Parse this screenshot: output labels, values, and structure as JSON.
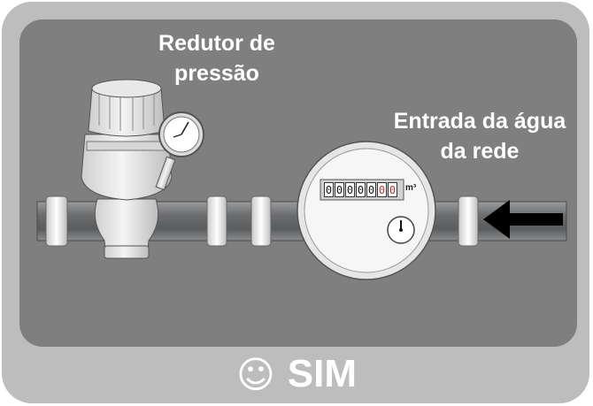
{
  "labels": {
    "pressure_reducer_line1": "Redutor de",
    "pressure_reducer_line2": "pressão",
    "water_inlet_line1": "Entrada da água",
    "water_inlet_line2": "da rede"
  },
  "meter": {
    "digits": [
      "0",
      "0",
      "0",
      "0",
      "0",
      "0",
      "0"
    ],
    "red_digits_from_index": 5,
    "unit": "m³"
  },
  "footer": {
    "icon": "smiley-icon",
    "icon_glyph": "☺",
    "text": "SIM"
  },
  "colors": {
    "frame": "#bdbdbd",
    "panel": "#7f7f7f",
    "pipe": "#6e7072",
    "text": "#ffffff",
    "arrow": "#000000"
  }
}
